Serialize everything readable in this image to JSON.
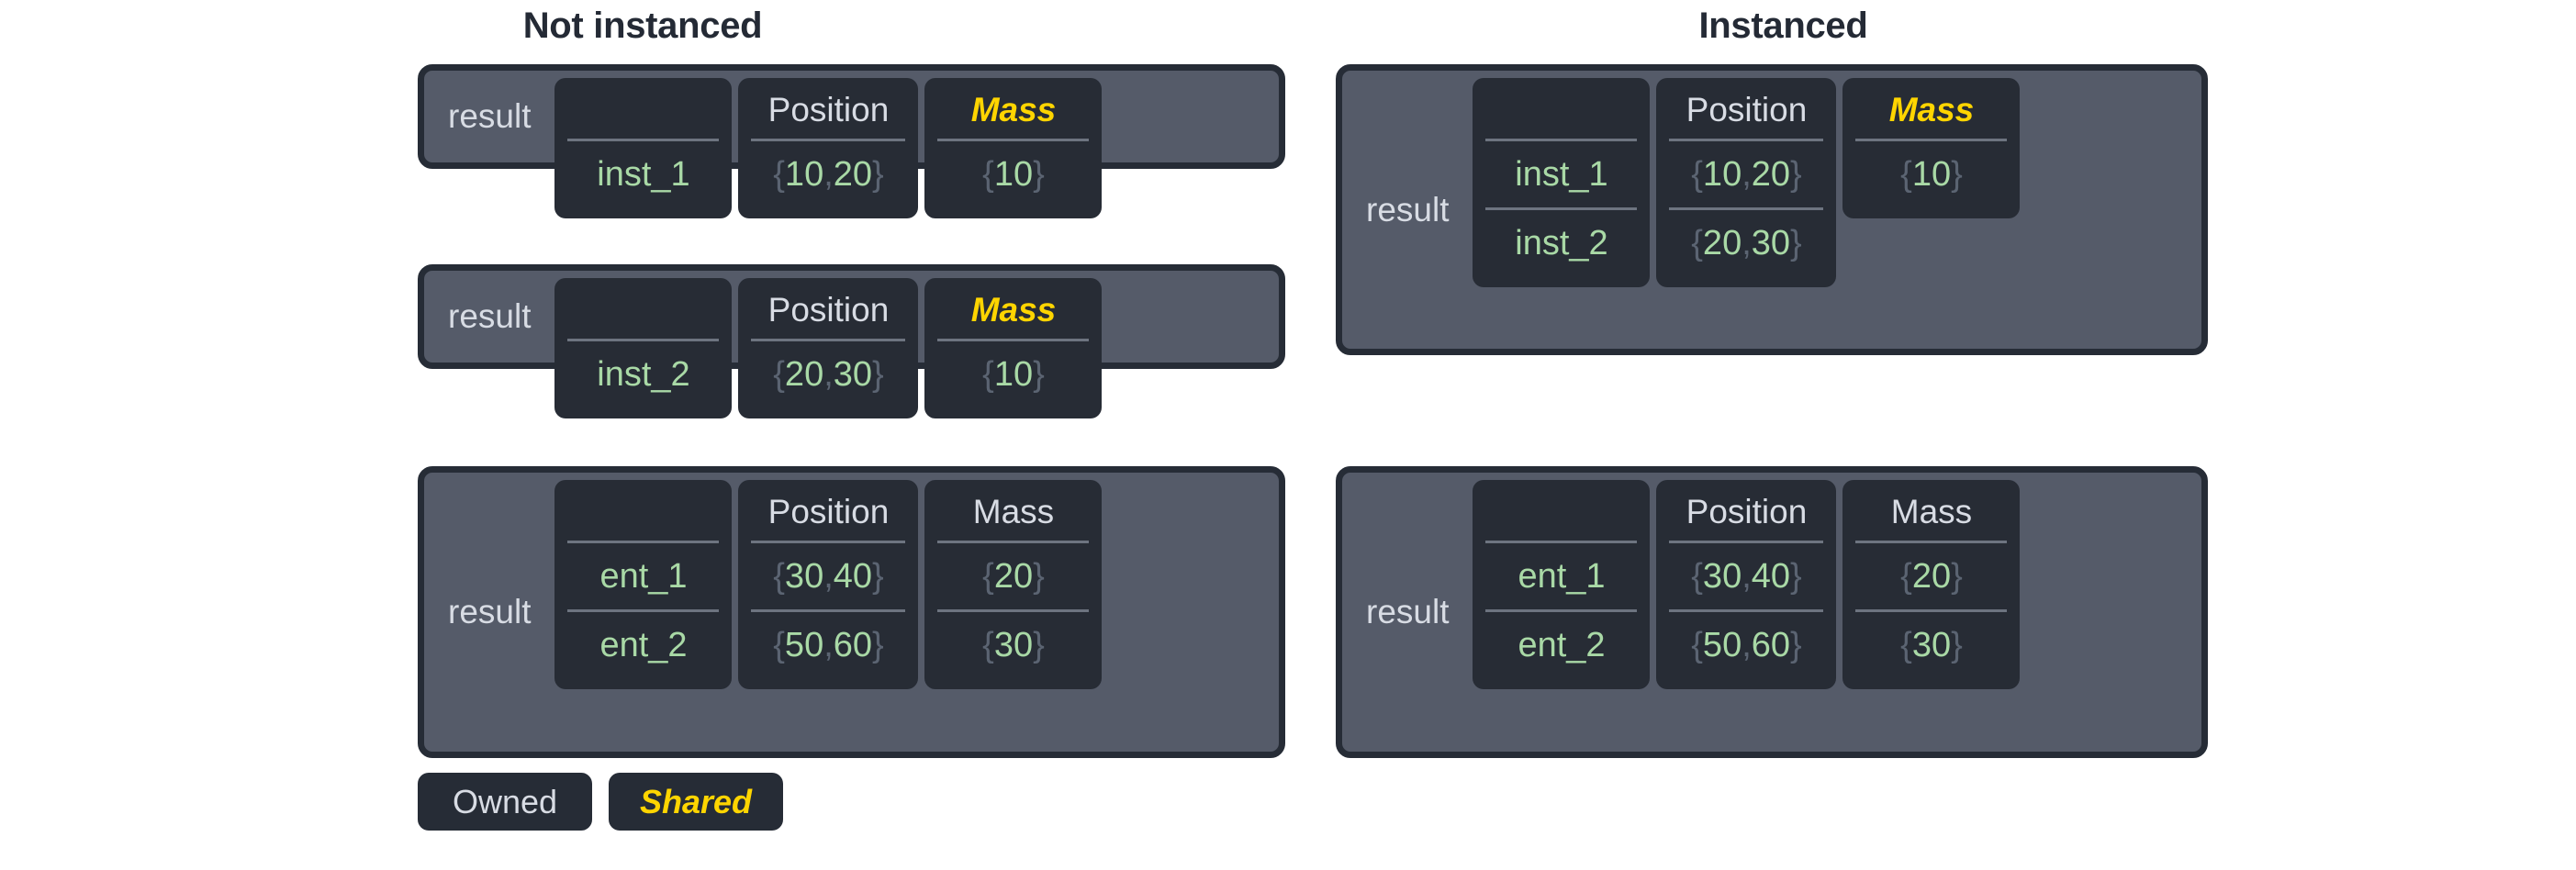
{
  "headings": {
    "not_instanced": "Not instanced",
    "instanced": "Instanced"
  },
  "legend": {
    "owned_label": "Owned",
    "shared_label": "Shared",
    "owned_color": "#d8dce4",
    "shared_color": "#ffd500"
  },
  "colors": {
    "card_background": "#555b69",
    "card_border": "#262c36",
    "cell_background": "#272c35",
    "value_text": "#a9d9a6",
    "brace_text": "#5b6472",
    "header_text": "#d8dce4",
    "shared_accent": "#ffd500",
    "divider": "#6d7480",
    "title_text": "#242a35",
    "page_background": "#ffffff"
  },
  "row_label": "result",
  "columns": {
    "name_header": "",
    "position_header": "Position",
    "mass_header": "Mass"
  },
  "not_instanced": {
    "tables": [
      {
        "label": "result",
        "mass_shared": true,
        "names": [
          "inst_1"
        ],
        "positions": [
          "{10, 20}"
        ],
        "masses": [
          "{10}"
        ]
      },
      {
        "label": "result",
        "mass_shared": true,
        "names": [
          "inst_2"
        ],
        "positions": [
          "{20, 30}"
        ],
        "masses": [
          "{10}"
        ]
      },
      {
        "label": "result",
        "mass_shared": false,
        "names": [
          "ent_1",
          "ent_2"
        ],
        "positions": [
          "{30, 40}",
          "{50, 60}"
        ],
        "masses": [
          "{20}",
          "{30}"
        ]
      }
    ]
  },
  "instanced": {
    "tables": [
      {
        "label": "result",
        "mass_shared": true,
        "names": [
          "inst_1",
          "inst_2"
        ],
        "positions": [
          "{10, 20}",
          "{20, 30}"
        ],
        "masses": [
          "{10}"
        ]
      },
      {
        "label": "result",
        "mass_shared": false,
        "names": [
          "ent_1",
          "ent_2"
        ],
        "positions": [
          "{30, 40}",
          "{50, 60}"
        ],
        "masses": [
          "{20}",
          "{30}"
        ]
      }
    ]
  }
}
